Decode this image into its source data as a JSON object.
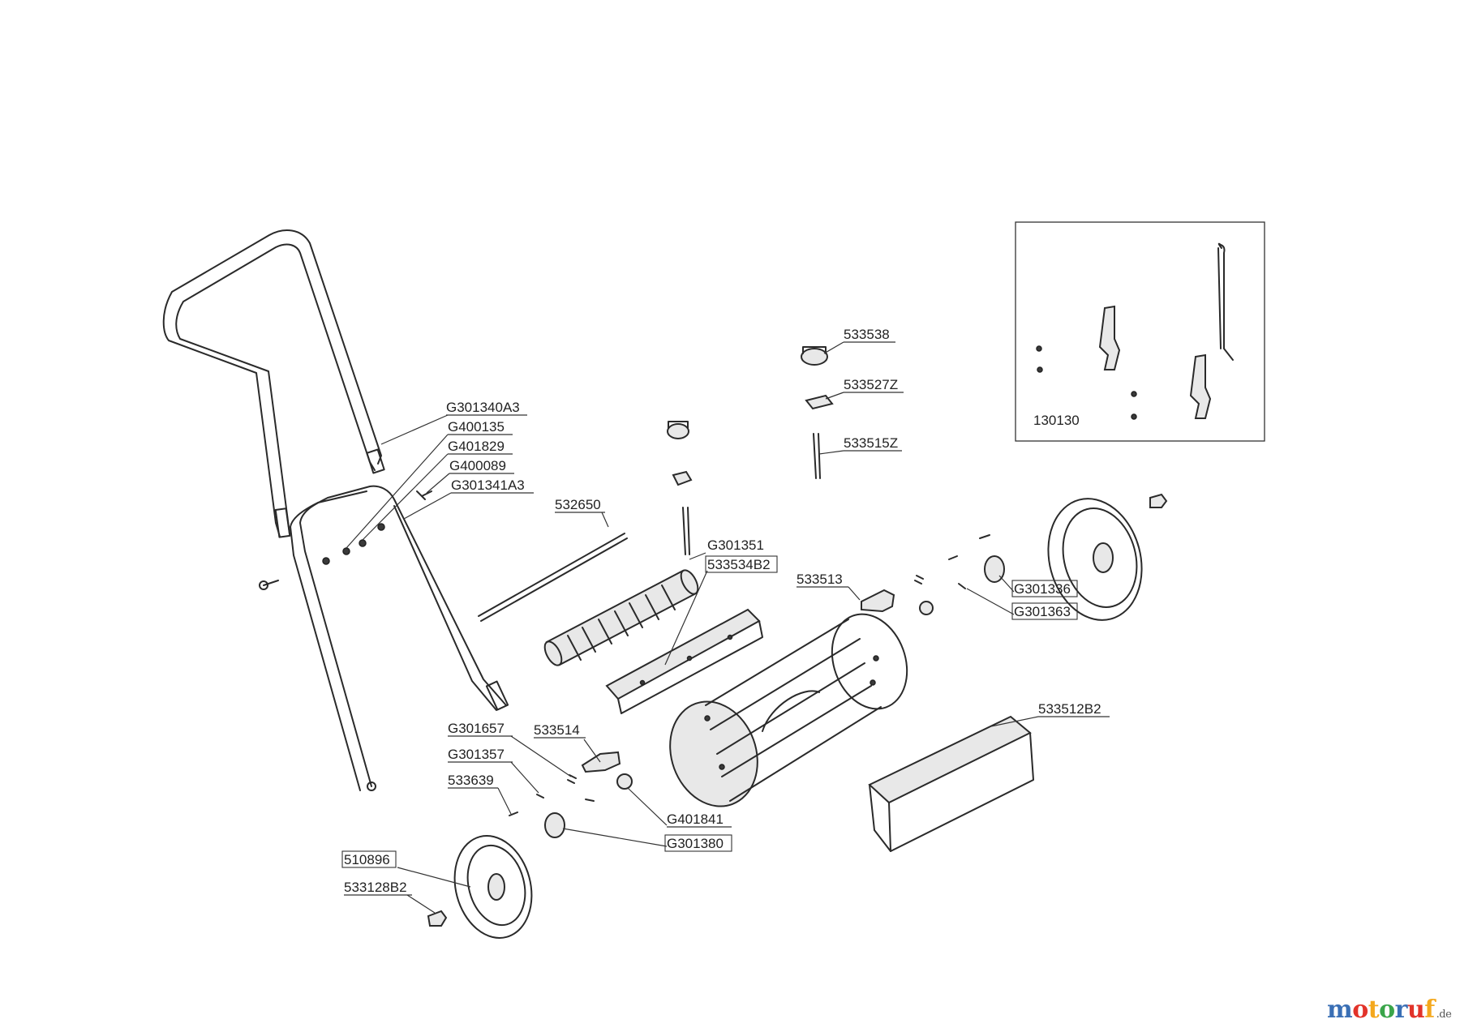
{
  "parts": {
    "p533538": "533538",
    "p533527Z": "533527Z",
    "p533515Z": "533515Z",
    "pG301340A3": "G301340A3",
    "pG400135": "G400135",
    "pG401829": "G401829",
    "pG400089": "G400089",
    "pG301341A3": "G301341A3",
    "p532650": "532650",
    "pG301351": "G301351",
    "p533534B2": "533534B2",
    "p533513": "533513",
    "pG301336": "G301336",
    "pG301363": "G301363",
    "p533512B2": "533512B2",
    "pG301657": "G301657",
    "p533514": "533514",
    "pG301357": "G301357",
    "p533639": "533639",
    "pG401841": "G401841",
    "pG301380": "G301380",
    "p510896": "510896",
    "p533128B2": "533128B2",
    "p130130": "130130"
  },
  "logo": {
    "letters": [
      "m",
      "o",
      "t",
      "o",
      "r",
      "u",
      "f"
    ],
    "colors": [
      "#3a6fb5",
      "#e2332a",
      "#f4a81d",
      "#3aa54a",
      "#3a6fb5",
      "#e2332a",
      "#f4a81d"
    ],
    "suffix": ".de"
  }
}
